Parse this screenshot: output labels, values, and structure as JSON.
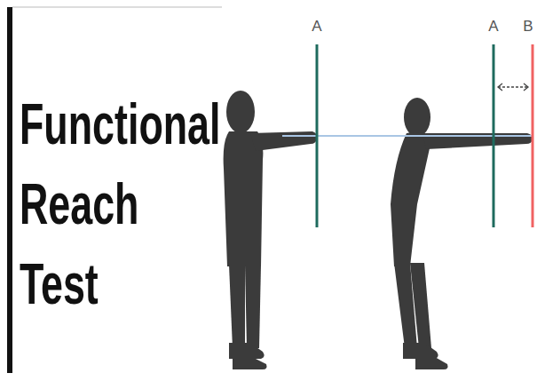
{
  "diagram": {
    "title": "Functional Reach Test",
    "labels": [
      "A",
      "A",
      "B"
    ]
  }
}
